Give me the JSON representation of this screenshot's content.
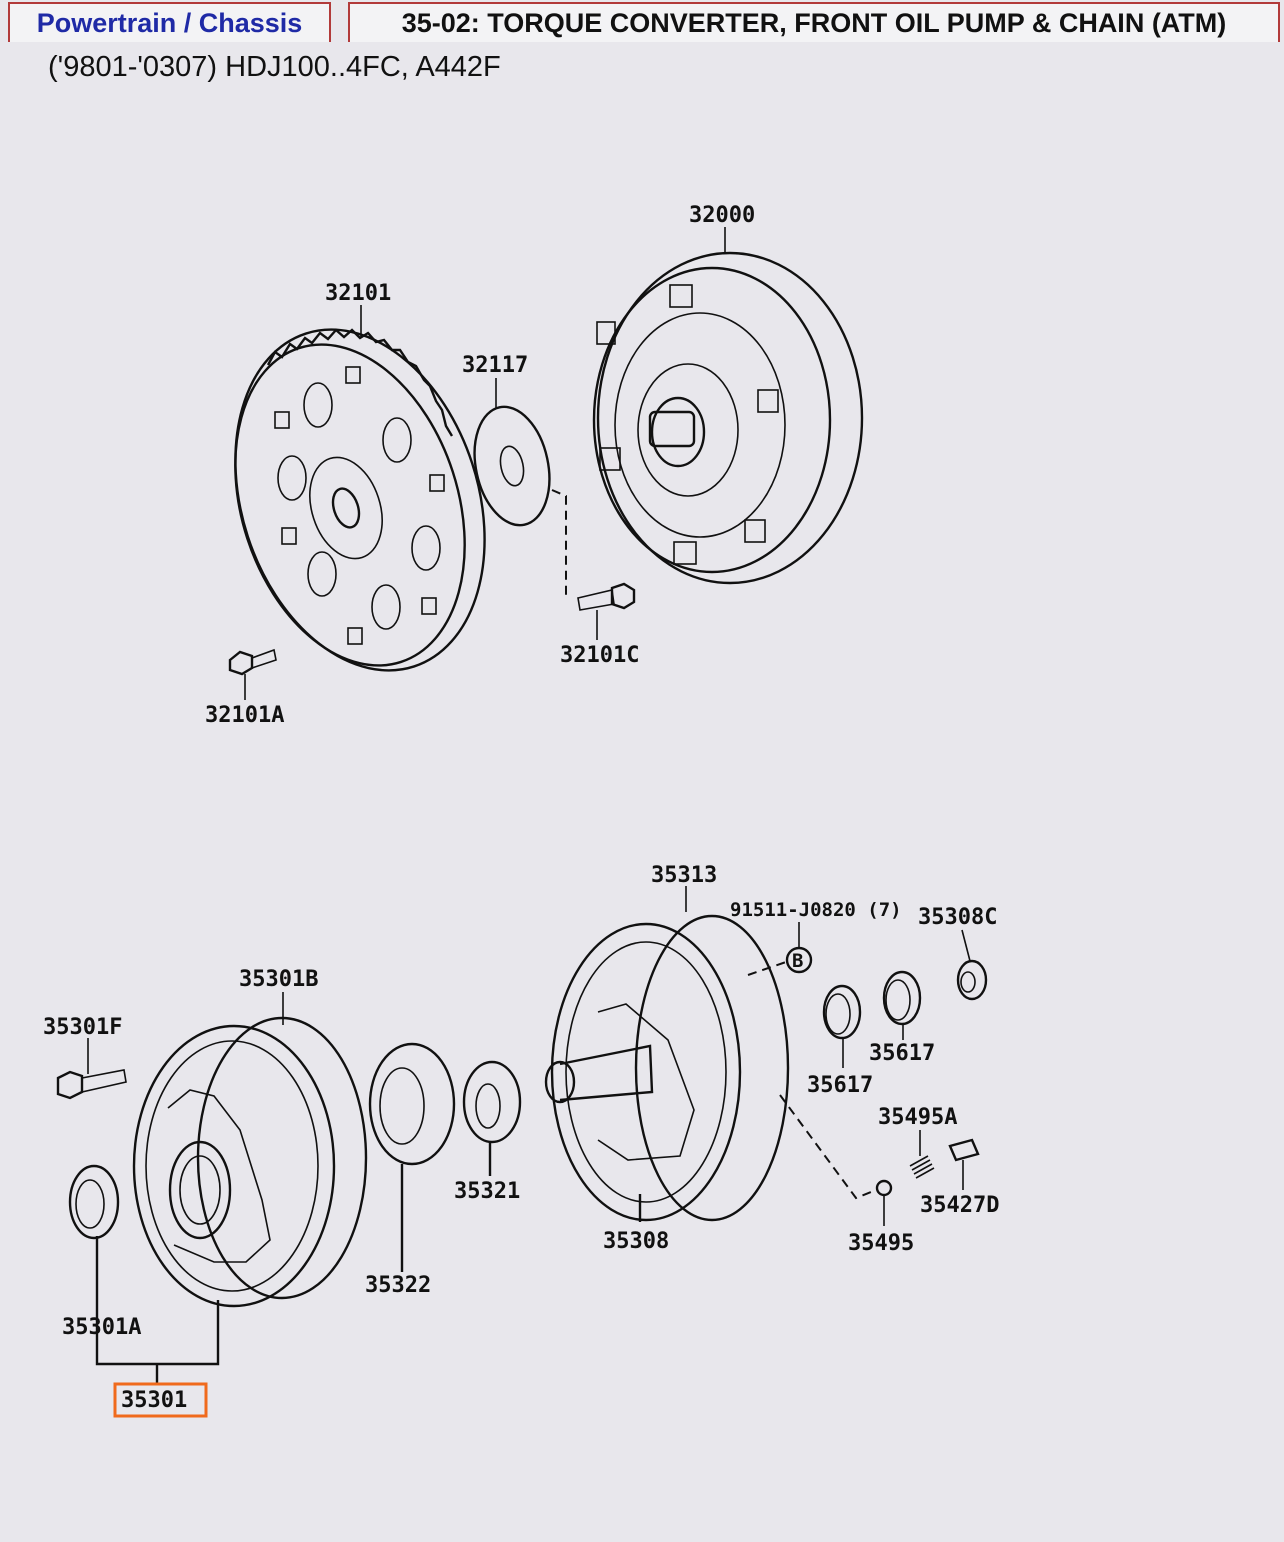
{
  "header": {
    "section_tab": "Powertrain / Chassis",
    "title_tab": "35-02: TORQUE CONVERTER, FRONT OIL PUMP & CHAIN (ATM)",
    "subtitle": "('9801-'0307) HDJ100..4FC, A442F"
  },
  "colors": {
    "background": "#e8e7ec",
    "tab_border": "#b23a3a",
    "section_text": "#1f2aa6",
    "highlight": "#f06a1c"
  },
  "parts": {
    "p32000": "32000",
    "p32101": "32101",
    "p32117": "32117",
    "p32101C": "32101C",
    "p32101A": "32101A",
    "p35313": "35313",
    "p91511": "91511-J0820 (7)",
    "p35308C": "35308C",
    "ref_b": "B",
    "p35301B": "35301B",
    "p35301F": "35301F",
    "p35617a": "35617",
    "p35617b": "35617",
    "p35495A": "35495A",
    "p35321": "35321",
    "p35427D": "35427D",
    "p35308": "35308",
    "p35495": "35495",
    "p35322": "35322",
    "p35301A": "35301A",
    "p35301": "35301"
  },
  "highlighted_part": "35301"
}
